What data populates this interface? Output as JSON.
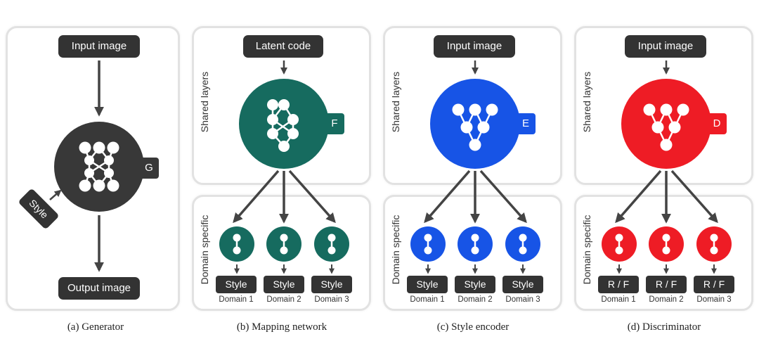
{
  "colors": {
    "generator": "#383838",
    "mapping": "#166b5f",
    "encoder": "#1754e6",
    "discriminator": "#ee1c25",
    "arrow": "#444444",
    "panel_border": "#e2e2e2"
  },
  "generator": {
    "input_label": "Input image",
    "output_label": "Output image",
    "tag": "G",
    "style_label": "Style",
    "caption": "(a) Generator"
  },
  "mapping": {
    "input_label": "Latent code",
    "tag": "F",
    "shared_label": "Shared layers",
    "domain_label": "Domain specific",
    "outputs": [
      "Style",
      "Style",
      "Style"
    ],
    "domains": [
      "Domain 1",
      "Domain 2",
      "Domain 3"
    ],
    "caption": "(b) Mapping network"
  },
  "encoder": {
    "input_label": "Input image",
    "tag": "E",
    "shared_label": "Shared layers",
    "domain_label": "Domain specific",
    "outputs": [
      "Style",
      "Style",
      "Style"
    ],
    "domains": [
      "Domain 1",
      "Domain 2",
      "Domain 3"
    ],
    "caption": "(c) Style encoder"
  },
  "discriminator": {
    "input_label": "Input image",
    "tag": "D",
    "shared_label": "Shared layers",
    "domain_label": "Domain specific",
    "outputs": [
      "R / F",
      "R / F",
      "R / F"
    ],
    "domains": [
      "Domain 1",
      "Domain 2",
      "Domain 3"
    ],
    "caption": "(d) Discriminator"
  }
}
